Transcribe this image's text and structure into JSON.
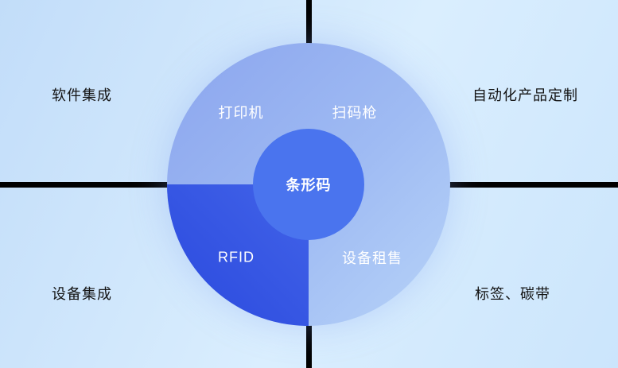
{
  "diagram": {
    "center_label": "条形码",
    "ring_labels": {
      "top_left": "打印机",
      "top_right": "扫码枪",
      "bottom_left": "RFID",
      "bottom_right": "设备租售"
    },
    "corner_labels": {
      "top_left": "软件集成",
      "top_right": "自动化产品定制",
      "bottom_left": "设备集成",
      "bottom_right": "标签、碳带"
    },
    "colors": {
      "background_start": "#c2ddf9",
      "background_mid": "#daeefe",
      "background_end": "#cbe5fc",
      "divider": "#000000",
      "circle_start": "#8ba5ee",
      "circle_mid": "#9fbbf3",
      "circle_end": "#b7d3f8",
      "dark_quadrant": "#2a49de",
      "dark_quadrant_light": "#4263e8",
      "center_circle": "#4a74ee",
      "label_light": "#ffffff",
      "label_dark": "#141414"
    }
  }
}
